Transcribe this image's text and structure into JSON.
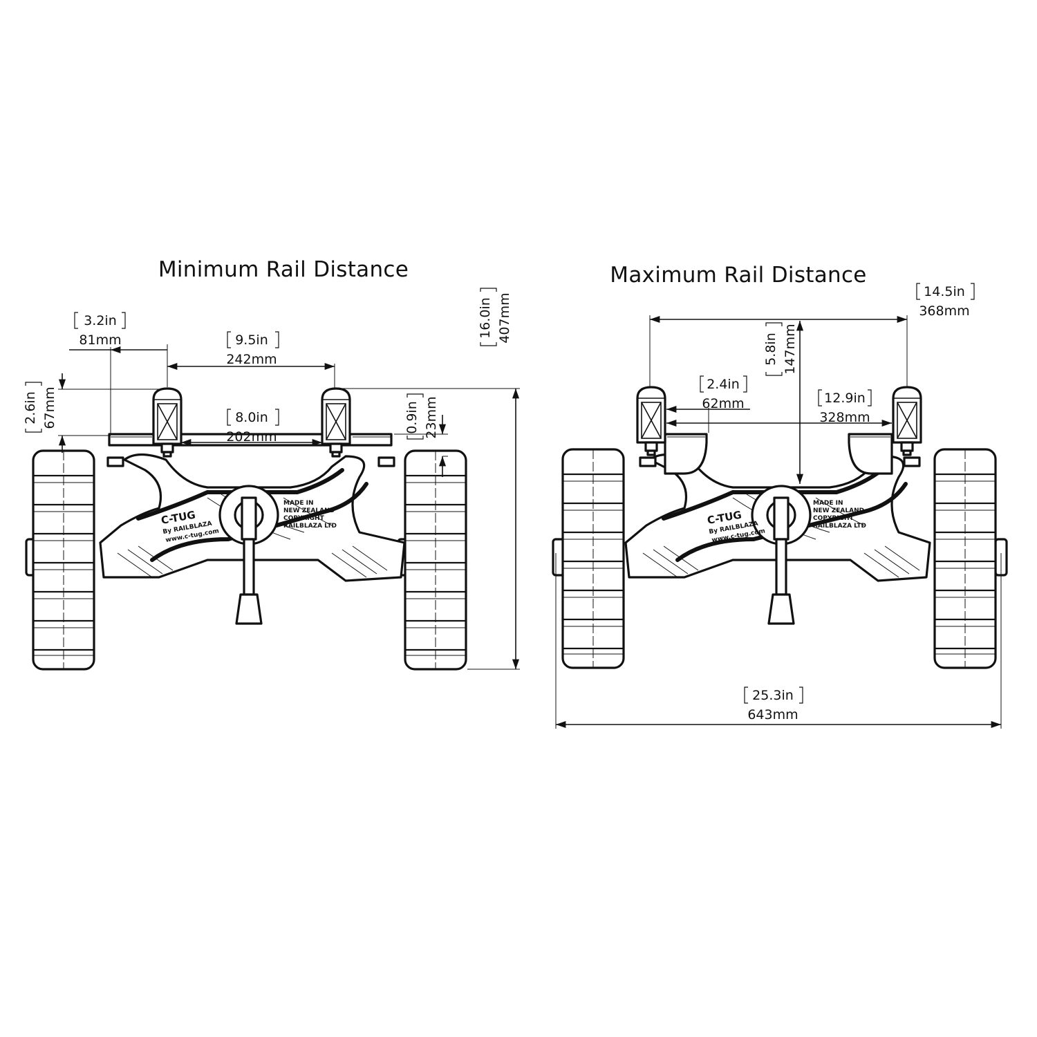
{
  "panels": {
    "min": {
      "title": "Minimum Rail Distance",
      "dims": {
        "d1": {
          "in": "3.2in",
          "mm": "81mm"
        },
        "d2": {
          "in": "9.5in",
          "mm": "242mm"
        },
        "d3": {
          "in": "8.0in",
          "mm": "202mm"
        },
        "d4": {
          "in": "2.6in",
          "mm": "67mm"
        },
        "d5": {
          "in": "0.9in",
          "mm": "23mm"
        },
        "d6": {
          "in": "16.0in",
          "mm": "407mm"
        }
      }
    },
    "max": {
      "title": "Maximum Rail Distance",
      "dims": {
        "d1": {
          "in": "14.5in",
          "mm": "368mm"
        },
        "d2": {
          "in": "5.8in",
          "mm": "147mm"
        },
        "d3": {
          "in": "2.4in",
          "mm": "62mm"
        },
        "d4": {
          "in": "12.9in",
          "mm": "328mm"
        },
        "d5": {
          "in": "25.3in",
          "mm": "643mm"
        }
      }
    }
  },
  "product": {
    "logo": "C-TUG",
    "byline": "By RAILBLAZA",
    "url": "www.c-tug.com",
    "stamp": [
      "MADE IN",
      "NEW ZEALAND",
      "COPYRIGHT",
      "RAILBLAZA LTD"
    ]
  }
}
